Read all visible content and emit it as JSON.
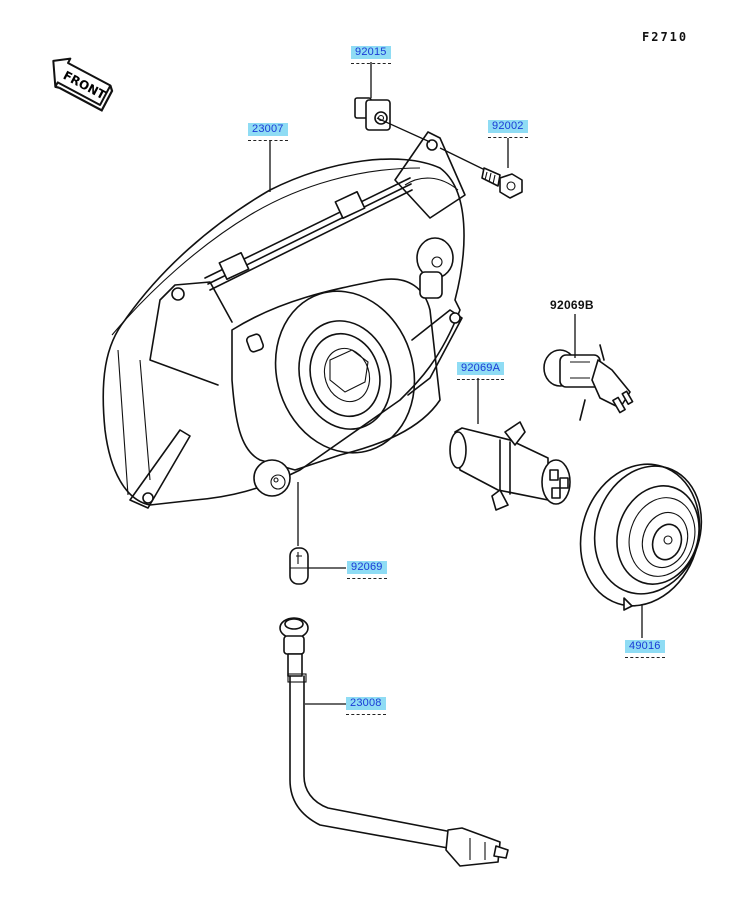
{
  "diagram": {
    "reference_code": "F2710",
    "direction_indicator": "FRONT",
    "label_highlight_color": "#8fdcf4",
    "label_text_color": "#1a3bd6",
    "parts": [
      {
        "id": "92015",
        "label": "92015",
        "highlighted": true,
        "description": "clip nut"
      },
      {
        "id": "23007",
        "label": "23007",
        "highlighted": true,
        "description": "headlight assembly"
      },
      {
        "id": "92002",
        "label": "92002",
        "highlighted": true,
        "description": "bolt"
      },
      {
        "id": "92069B",
        "label": "92069B",
        "highlighted": false,
        "description": "bulb"
      },
      {
        "id": "92069A",
        "label": "92069A",
        "highlighted": true,
        "description": "bulb"
      },
      {
        "id": "92069",
        "label": "92069",
        "highlighted": true,
        "description": "position bulb"
      },
      {
        "id": "49016",
        "label": "49016",
        "highlighted": true,
        "description": "dust cover"
      },
      {
        "id": "23008",
        "label": "23008",
        "highlighted": true,
        "description": "socket with wire"
      }
    ]
  }
}
